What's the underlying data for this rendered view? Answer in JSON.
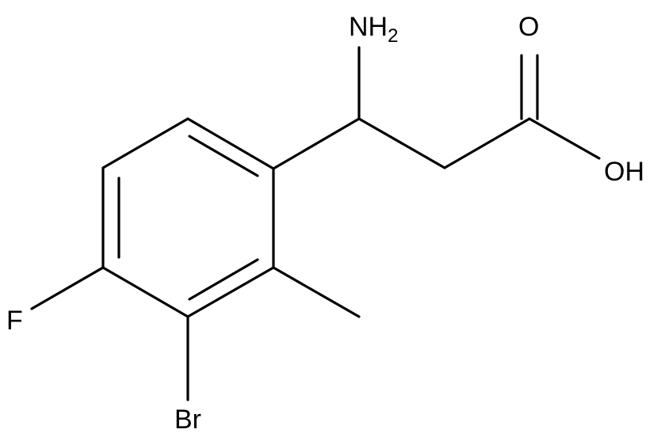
{
  "molecule": {
    "atoms": {
      "nh2": {
        "symbol": "NH",
        "subscript": "2"
      },
      "carbonyl_o": {
        "symbol": "O"
      },
      "hydroxyl": {
        "symbol": "OH"
      },
      "fluorine": {
        "symbol": "F"
      },
      "bromine": {
        "symbol": "Br"
      }
    }
  }
}
